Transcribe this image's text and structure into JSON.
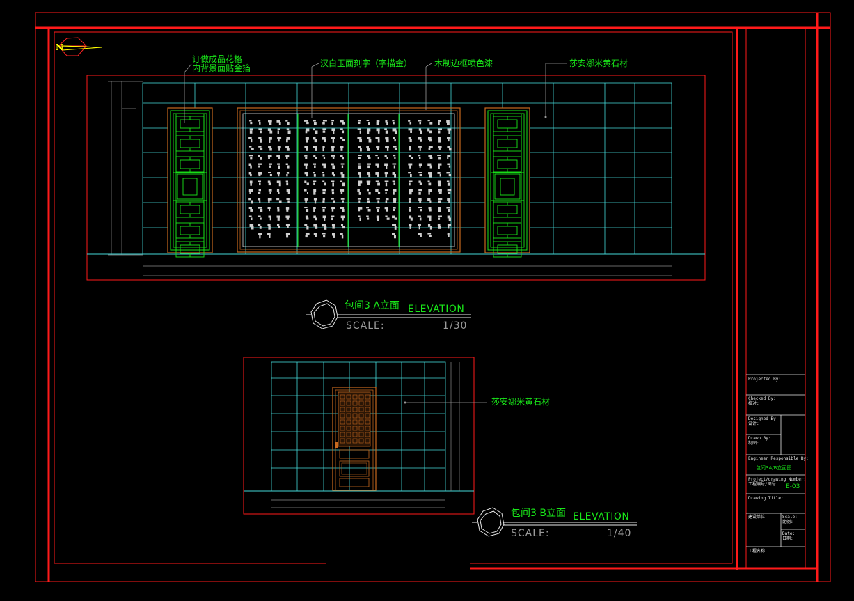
{
  "colors": {
    "background": "#000000",
    "frame": "#ff1a1a",
    "tile": "#44d8d8",
    "lattice": "#19e619",
    "wood": "#c8691f",
    "label": "#19e619",
    "scale_text": "#9a9a9a"
  },
  "north_marker": {
    "letter": "N"
  },
  "elevation_a": {
    "labels": {
      "lattice_line1": "订做成品花格",
      "lattice_line2": "内背景面贴金箔",
      "jade": "汉白玉面刻字（字描金）",
      "wood_frame": "木制边框喷色漆",
      "stone": "莎安娜米黄石材"
    },
    "title_cn": "包间3 A立面",
    "title_en": "ELEVATION",
    "scale_label": "SCALE:",
    "scale_value": "1/30"
  },
  "elevation_b": {
    "labels": {
      "stone": "莎安娜米黄石材"
    },
    "title_cn": "包间3 B立面",
    "title_en": "ELEVATION",
    "scale_label": "SCALE:",
    "scale_value": "1/40"
  },
  "title_block": {
    "projected_by": "Projected By:",
    "checked_by": "Checked By:",
    "checked_by_cn": "校对:",
    "designed_by": "Designed By:",
    "designed_by_cn": "设计:",
    "drawn_by": "Drawn By:",
    "drawn_by_cn": "制图:",
    "engineer": "Engineer Responsible By:",
    "drawing_name": "包间3A/B立面图",
    "project_number": "Project/drawing Number:",
    "project_number_cn": "工程编号/图号:",
    "drawing_code": "E-03",
    "drawing_title": "Drawing Title:",
    "client": "建设单位",
    "scale": "Scale:",
    "scale_cn": "比例:",
    "date": "Date:",
    "date_cn": "日期:",
    "project": "工程名称"
  }
}
